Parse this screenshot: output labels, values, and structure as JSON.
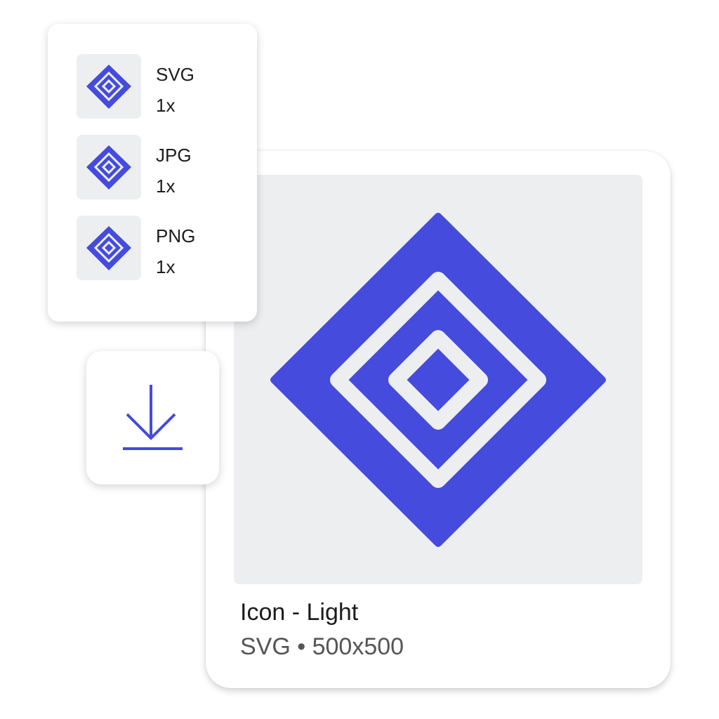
{
  "accent_color": "#444bdd",
  "asset": {
    "title": "Icon - Light",
    "subtitle": "SVG • 500x500",
    "icon": "concentric-diamond-icon"
  },
  "export_menu": {
    "items": [
      {
        "format": "SVG",
        "scale": "1x"
      },
      {
        "format": "JPG",
        "scale": "1x"
      },
      {
        "format": "PNG",
        "scale": "1x"
      }
    ]
  },
  "download_button": {
    "icon": "download-icon"
  }
}
